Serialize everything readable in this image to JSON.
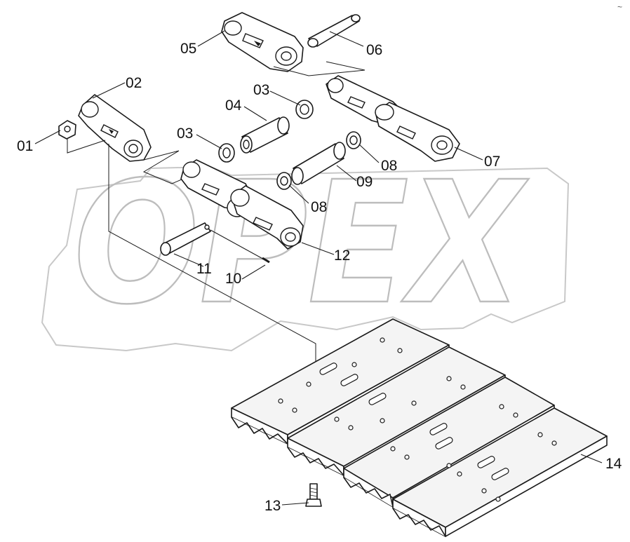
{
  "watermark": {
    "text": "OPEX",
    "color": "#bdbdbd"
  },
  "corner_mark": "~",
  "callouts": [
    {
      "id": "05",
      "text": "05"
    },
    {
      "id": "06",
      "text": "06"
    },
    {
      "id": "02",
      "text": "02"
    },
    {
      "id": "03a",
      "text": "03"
    },
    {
      "id": "04",
      "text": "04"
    },
    {
      "id": "01",
      "text": "01"
    },
    {
      "id": "03b",
      "text": "03"
    },
    {
      "id": "08a",
      "text": "08"
    },
    {
      "id": "07",
      "text": "07"
    },
    {
      "id": "09",
      "text": "09"
    },
    {
      "id": "08b",
      "text": "08"
    },
    {
      "id": "12",
      "text": "12"
    },
    {
      "id": "11",
      "text": "11"
    },
    {
      "id": "10",
      "text": "10"
    },
    {
      "id": "13",
      "text": "13"
    },
    {
      "id": "14",
      "text": "14"
    }
  ],
  "colors": {
    "line": "#1a1a1a",
    "watermark": "#bdbdbd",
    "background": "#ffffff"
  }
}
